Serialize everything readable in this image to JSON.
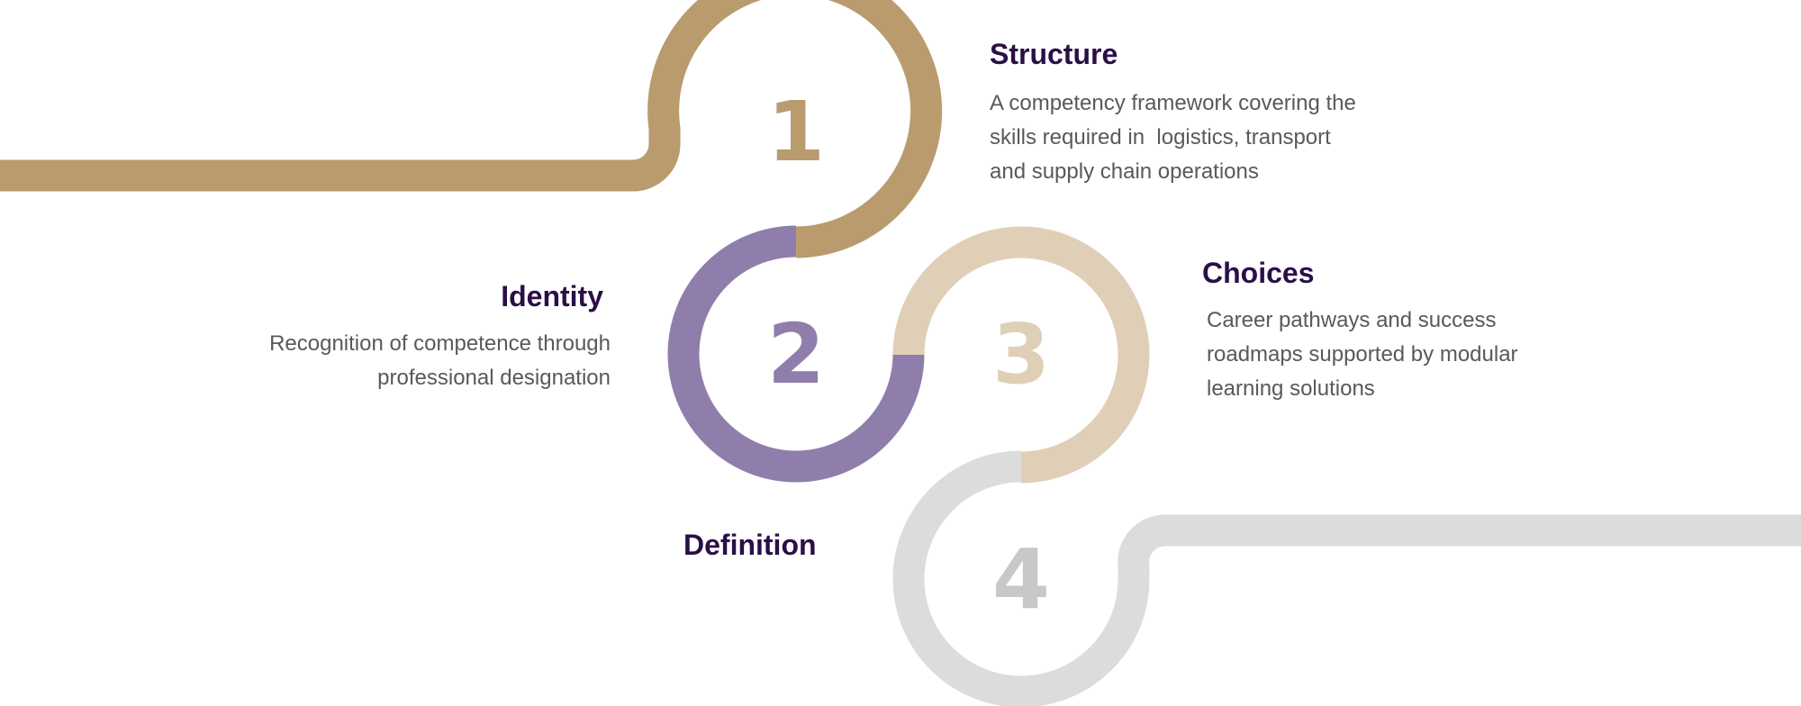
{
  "steps": [
    {
      "number": "1",
      "color": "#b99b6e",
      "heading": "Structure",
      "description": [
        "A competency framework covering the",
        "skills required in  logistics, transport",
        "and supply chain operations"
      ]
    },
    {
      "number": "2",
      "color": "#8f7eab",
      "heading": "Identity",
      "description": [
        "Recognition of competence through",
        "professional designation"
      ]
    },
    {
      "number": "3",
      "color": "#e0cfb7",
      "heading": "Choices",
      "description": [
        "Career pathways and success",
        "roadmaps supported by modular",
        "learning solutions"
      ]
    },
    {
      "number": "4",
      "color": "#dcdcdc",
      "heading": "Definition",
      "description": []
    }
  ]
}
